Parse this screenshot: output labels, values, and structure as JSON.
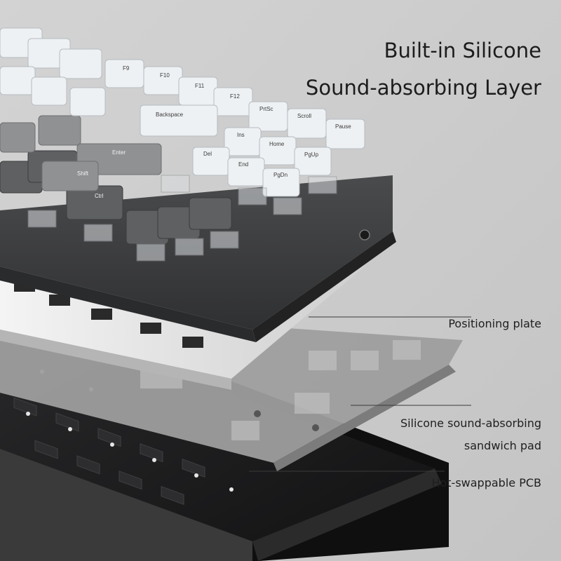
{
  "heading": {
    "line1": "Built-in Silicone",
    "line2": "Sound-absorbing Layer"
  },
  "callouts": {
    "positioning_plate": "Positioning plate",
    "silicone_pad_line1": "Silicone sound-absorbing",
    "silicone_pad_line2": "sandwich pad",
    "pcb": "Hot-swappable PCB"
  },
  "keycap_legends": {
    "backspace": "Backspace",
    "enter": "Enter",
    "shift": "Shift",
    "ctrl": "Ctrl",
    "f9": "F9",
    "f10": "F10",
    "f11": "F11",
    "f12": "F12",
    "prtsc": "PrtSc",
    "scroll": "Scroll",
    "pause": "Pause",
    "ins": "Ins",
    "home": "Home",
    "pgup": "PgUp",
    "del": "Del",
    "end": "End",
    "pgdn": "PgDn"
  },
  "colors": {
    "background": "#c9c9c9",
    "keycap_white": "#f1f4f6",
    "keycap_grey": "#8e9092",
    "keycap_dark": "#5d5f61",
    "case_dark": "#3d3e40",
    "plate_silver": "#e6e6e6",
    "sandwich_pad": "#a8a8a8",
    "pcb_black": "#1b1b1c"
  }
}
